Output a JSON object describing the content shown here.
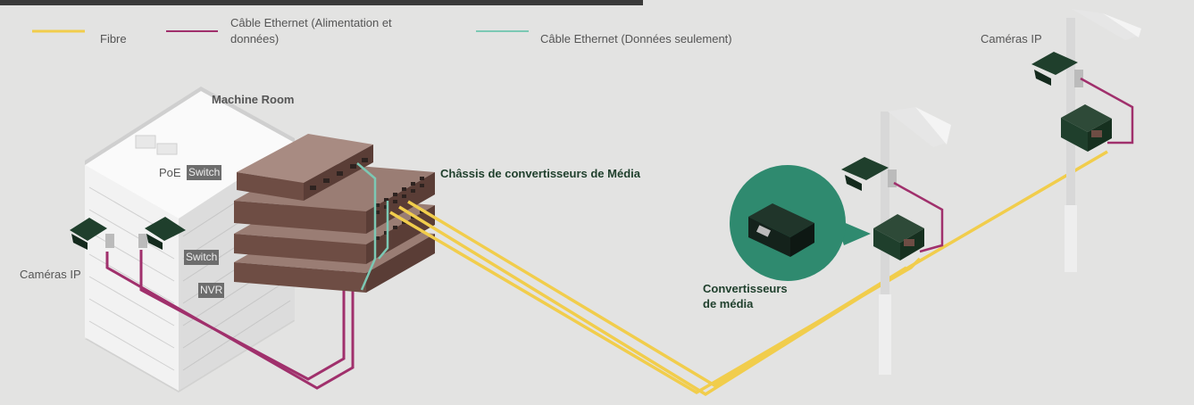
{
  "legend": {
    "fiber": "Fibre",
    "ethernet_power_data_line1": "Câble Ethernet (Alimentation et",
    "ethernet_power_data_line2": "données)",
    "ethernet_data_only": "Câble Ethernet (Données seulement)"
  },
  "labels": {
    "machine_room": "Machine Room",
    "poe_prefix": "PoE",
    "poe_switch_tag": "Switch",
    "switch_tag": "Switch",
    "nvr_tag": "NVR",
    "ip_cameras_left": "Caméras IP",
    "ip_cameras_right": "Caméras IP",
    "chassis": "Châssis de convertisseurs de Média",
    "converters_line1": "Convertisseurs",
    "converters_line2": "de média"
  },
  "colors": {
    "background": "#e3e3e2",
    "fiber": "#f1cd4c",
    "ethernet_power": "#a0306c",
    "ethernet_data": "#7cc8b4",
    "equipment": "#7a5a52",
    "accent_green": "#1f3f2c"
  }
}
